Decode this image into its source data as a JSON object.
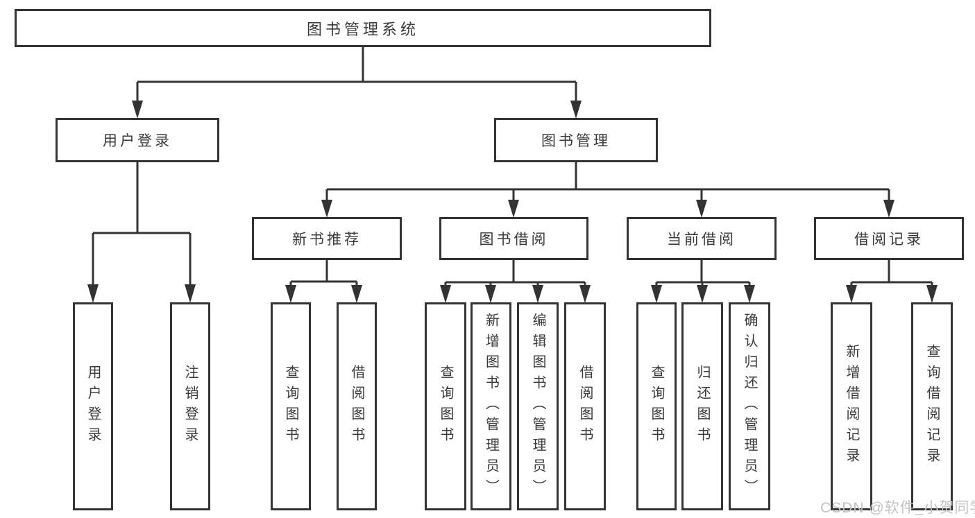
{
  "watermark": "CSDN @软件_小贺同学",
  "colors": {
    "line": "#333333",
    "text": "#3a3a3a",
    "box_background": "#ffffff",
    "watermark": "#c3c3c3"
  },
  "tree": {
    "label": "图书管理系统",
    "children": [
      {
        "label": "用户登录",
        "children": [
          {
            "label": "用户登录"
          },
          {
            "label": "注销登录"
          }
        ]
      },
      {
        "label": "图书管理",
        "children": [
          {
            "label": "新书推荐",
            "children": [
              {
                "label": "查询图书"
              },
              {
                "label": "借阅图书"
              }
            ]
          },
          {
            "label": "图书借阅",
            "children": [
              {
                "label": "查询图书"
              },
              {
                "label": "新增图书（管理员）"
              },
              {
                "label": "编辑图书（管理员）"
              },
              {
                "label": "借阅图书"
              }
            ]
          },
          {
            "label": "当前借阅",
            "children": [
              {
                "label": "查询图书"
              },
              {
                "label": "归还图书"
              },
              {
                "label": "确认归还（管理员）"
              }
            ]
          },
          {
            "label": "借阅记录",
            "children": [
              {
                "label": "新增借阅记录"
              },
              {
                "label": "查询借阅记录"
              }
            ]
          }
        ]
      }
    ]
  }
}
